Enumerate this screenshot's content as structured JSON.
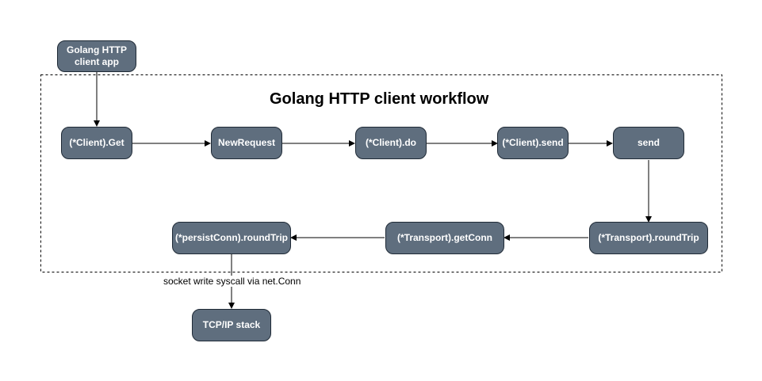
{
  "diagram": {
    "title": "Golang HTTP client workflow",
    "nodes": {
      "client_app": "Golang HTTP\nclient app",
      "client_get": "(*Client).Get",
      "new_request": "NewRequest",
      "client_do": "(*Client).do",
      "client_send": "(*Client).send",
      "send": "send",
      "transport_roundtrip": "(*Transport).roundTrip",
      "transport_getconn": "(*Transport).getConn",
      "persistconn_roundtrip": "(*persistConn).roundTrip",
      "tcpip_stack": "TCP/IP stack"
    },
    "edge_label_socket": "socket write syscall via net.Conn",
    "edges": [
      {
        "from": "client_app",
        "to": "client_get"
      },
      {
        "from": "client_get",
        "to": "new_request"
      },
      {
        "from": "new_request",
        "to": "client_do"
      },
      {
        "from": "client_do",
        "to": "client_send"
      },
      {
        "from": "client_send",
        "to": "send"
      },
      {
        "from": "send",
        "to": "transport_roundtrip"
      },
      {
        "from": "transport_roundtrip",
        "to": "transport_getconn"
      },
      {
        "from": "transport_getconn",
        "to": "persistconn_roundtrip"
      },
      {
        "from": "persistconn_roundtrip",
        "to": "tcpip_stack",
        "label": "socket write syscall via net.Conn"
      }
    ],
    "colors": {
      "node_fill": "#5f6e7e",
      "node_border": "#1f2a36",
      "node_text": "#ffffff",
      "edge": "#000000",
      "group_border": "#000000"
    }
  }
}
